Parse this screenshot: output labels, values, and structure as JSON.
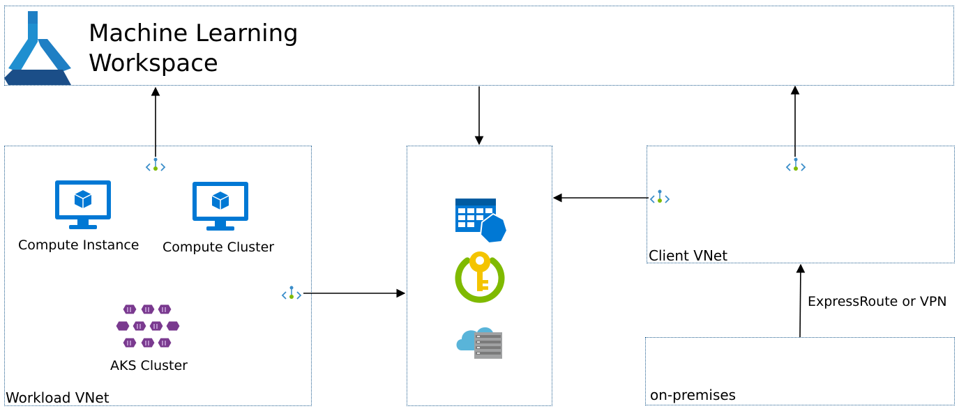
{
  "workspace": {
    "title_line1": "Machine Learning",
    "title_line2": "Workspace",
    "logo_icon": "azure-machine-learning-icon"
  },
  "workload_vnet": {
    "label": "Workload VNet",
    "compute_instance": {
      "label": "Compute Instance",
      "icon": "monitor-cube-icon"
    },
    "compute_cluster": {
      "label": "Compute Cluster",
      "icon": "monitor-cube-icon"
    },
    "aks_cluster": {
      "label": "AKS Cluster",
      "icon": "kubernetes-service-icon"
    }
  },
  "services": {
    "icons": [
      "container-registry-icon",
      "key-vault-icon",
      "storage-account-icon"
    ]
  },
  "client_vnet": {
    "label": "Client VNet"
  },
  "connection": {
    "label": "ExpressRoute or VPN"
  },
  "on_premises": {
    "label": "on-premises"
  },
  "colors": {
    "border": "#1f5d8f",
    "azure_blue": "#0078d4",
    "aks_purple": "#7a3a8f",
    "keyvault_green": "#7fba00",
    "keyvault_yellow": "#f4c400"
  }
}
